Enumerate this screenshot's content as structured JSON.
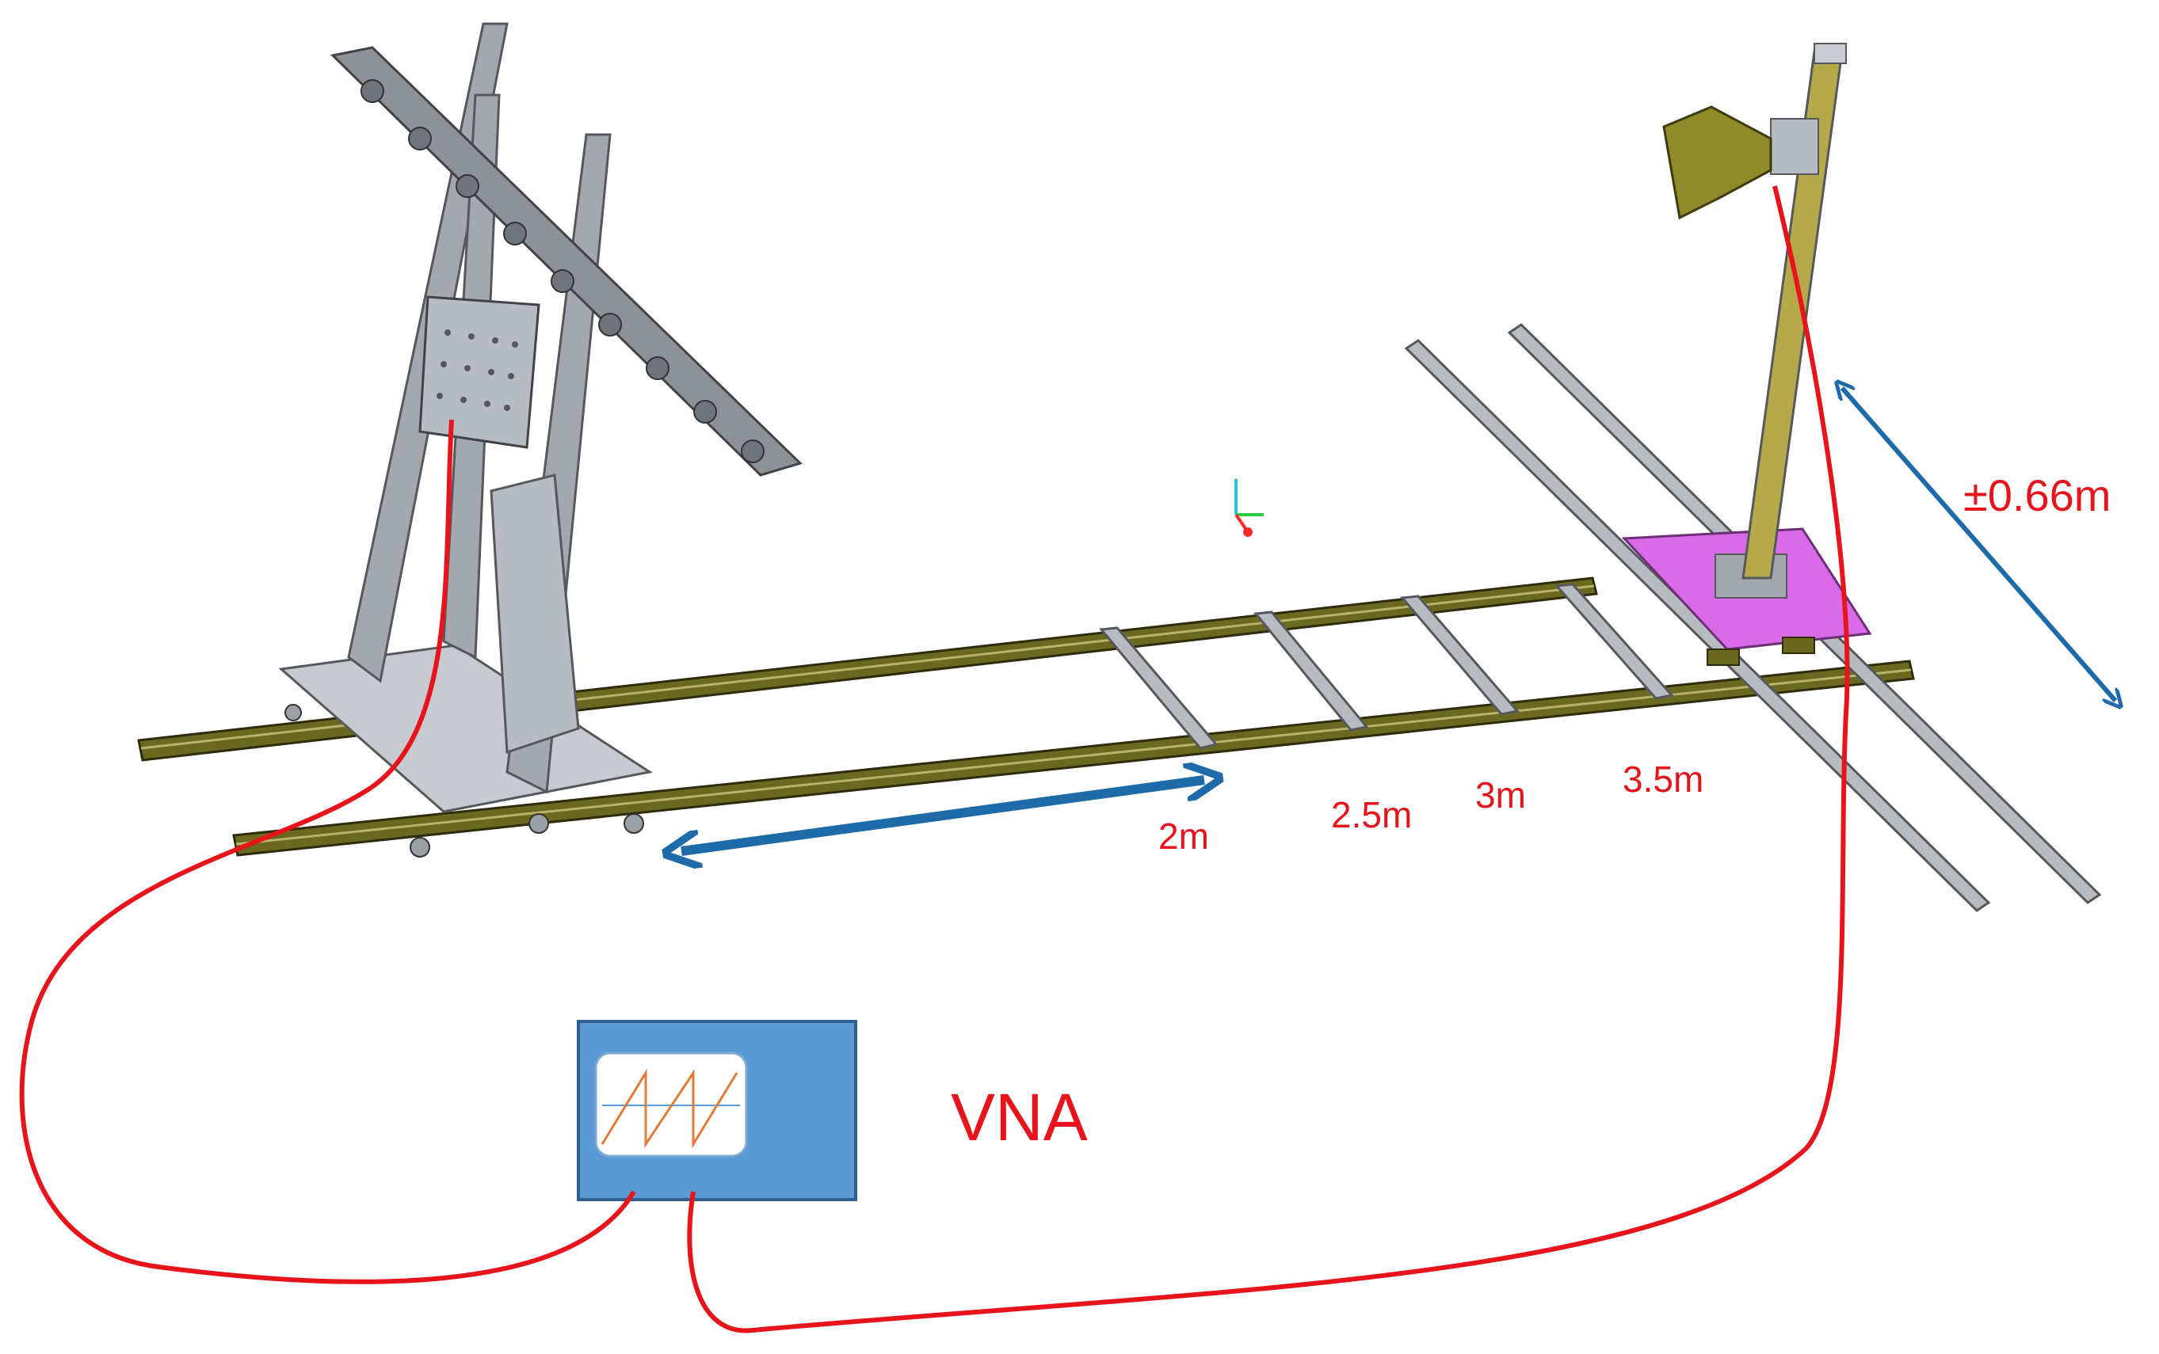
{
  "labels": {
    "distance_2m": "2m",
    "distance_2_5m": "2.5m",
    "distance_3m": "3m",
    "distance_3_5m": "3.5m",
    "lateral_range": "±0.66m",
    "vna": "VNA"
  },
  "colors": {
    "label_red": "#e8141c",
    "cable_red": "#e8141c",
    "arrow_blue": "#1f6aa8",
    "vna_body": "#5b9bd5",
    "vna_border": "#3a6fa3",
    "rail_olive": "#5c5a1a",
    "frame_gray": "#9aa0a6",
    "platform_magenta": "#d96ae8",
    "horn_olive": "#8f8a2a"
  },
  "icons": {
    "axis_triad": "xyz-axis-icon",
    "vna_screen": "sawtooth-waveform-icon"
  }
}
